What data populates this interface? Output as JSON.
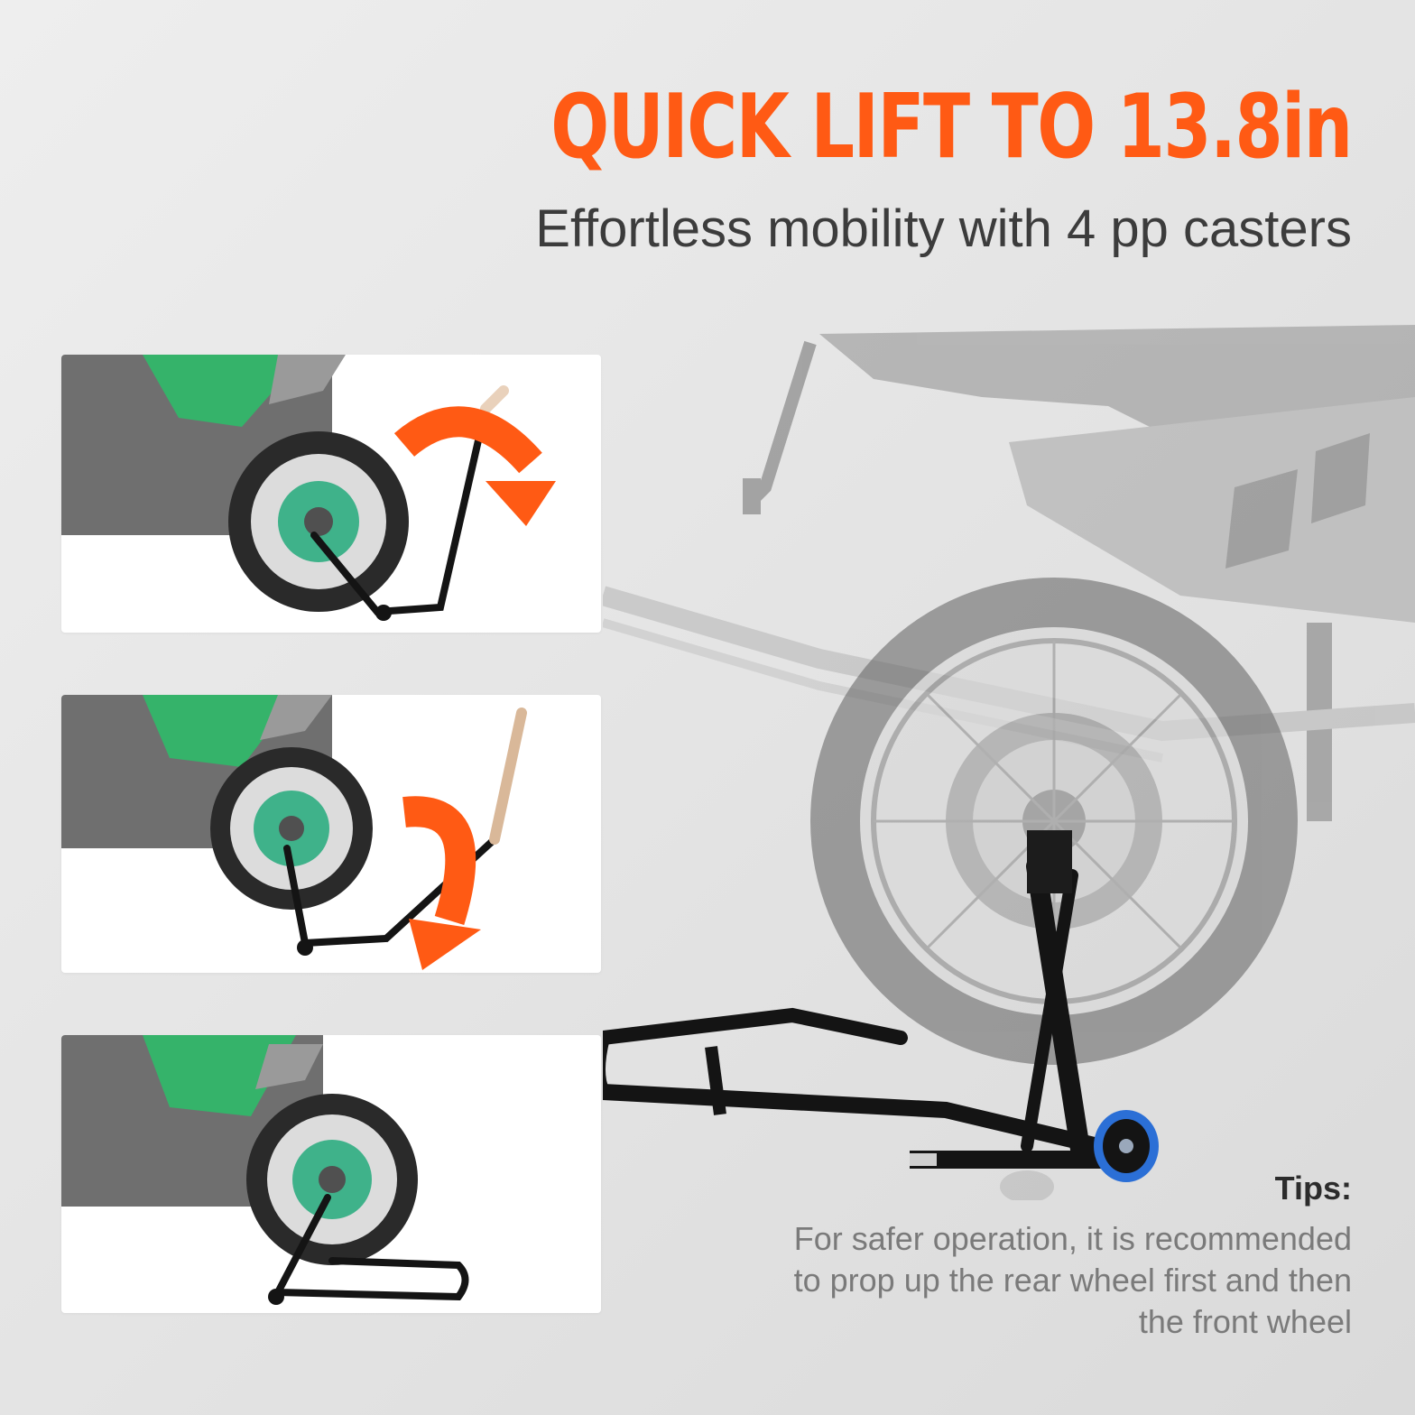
{
  "header": {
    "headline": "QUICK LIFT TO 13.8in",
    "subheadline": "Effortless mobility with 4 pp casters"
  },
  "steps": [
    {
      "arrow": "rotate-clockwise-arrow"
    },
    {
      "arrow": "rotate-down-arrow"
    },
    {
      "arrow": ""
    }
  ],
  "tips": {
    "title": "Tips:",
    "lines": [
      "For safer operation, it is recommended",
      "to prop up the rear wheel first and then",
      "the front wheel"
    ]
  },
  "colors": {
    "accent": "#ff5a14",
    "bike_green": "#35b36a",
    "stand_black": "#141414",
    "caster_blue": "#2b6fd6",
    "card_bg": "#ffffff"
  }
}
